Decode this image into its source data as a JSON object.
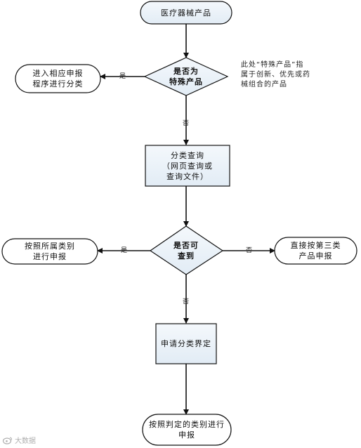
{
  "nodes": {
    "start": "医疗器械产品",
    "decision_special": "是否为\n特殊产品",
    "special_route": "进入相应申报\n程序进行分类",
    "query": "分类查询\n（网页查询或\n查询文件）",
    "decision_classifiable": "是否可\n查到",
    "classify_by_category": "按照所属类别\n进行申报",
    "class_three": "直接按第三类\n产品申报",
    "apply_definition": "申请分类界定",
    "final": "按照判定的类别进行\n申报"
  },
  "note": "此处“特殊产品”指\n属于创新、优先或药\n械组合的产品",
  "edge_labels": {
    "yes_1": "是",
    "no_1": "否",
    "yes_2": "是",
    "no_2": "否",
    "no_3": "否"
  },
  "watermark": "大数据"
}
